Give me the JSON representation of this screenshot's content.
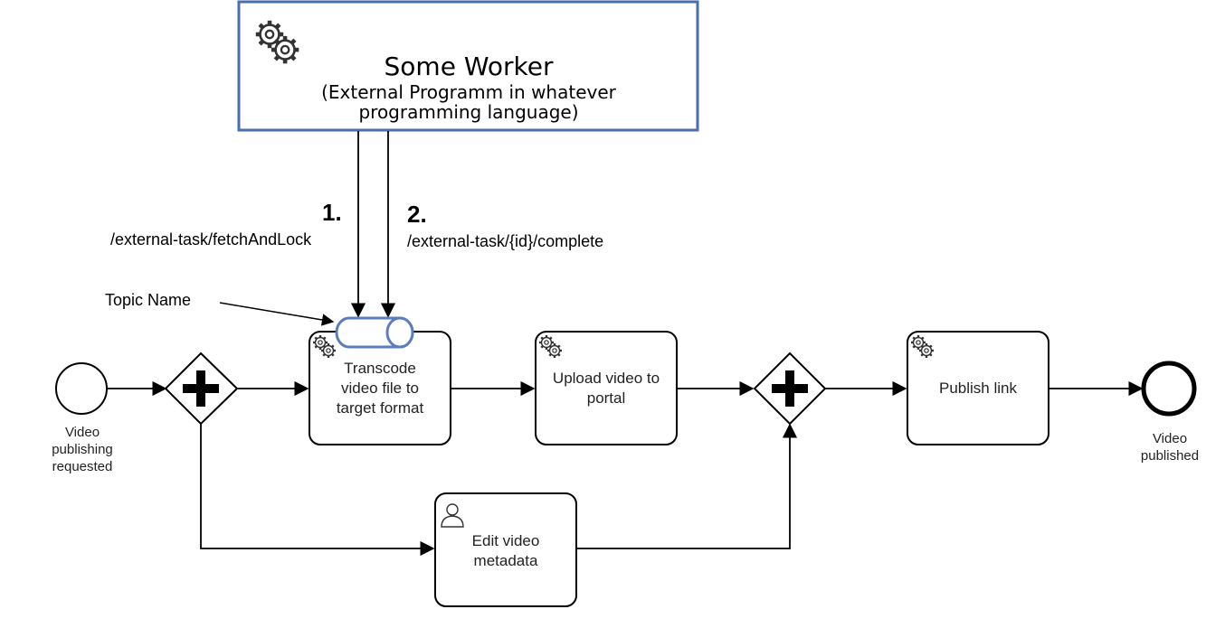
{
  "worker": {
    "title": "Some Worker",
    "subtitle_line1": "(External Programm in whatever",
    "subtitle_line2": "programming language)",
    "icon": "gears-icon",
    "border_color": "#4a6eb0"
  },
  "api_calls": [
    {
      "step": "1.",
      "endpoint": "/external-task/fetchAndLock"
    },
    {
      "step": "2.",
      "endpoint": "/external-task/{id}/complete"
    }
  ],
  "topic_annotation": "Topic Name",
  "topic_color": "#5b7dbe",
  "start_event": {
    "line1": "Video",
    "line2": "publishing",
    "line3": "requested"
  },
  "end_event": {
    "line1": "Video",
    "line2": "published"
  },
  "tasks": {
    "transcode": {
      "line1": "Transcode",
      "line2": "video file to",
      "line3": "target format",
      "type": "service-task"
    },
    "upload": {
      "line1": "Upload video to",
      "line2": "portal",
      "type": "service-task"
    },
    "publish": {
      "line1": "Publish link",
      "type": "service-task"
    },
    "edit": {
      "line1": "Edit video",
      "line2": "metadata",
      "type": "user-task"
    }
  },
  "gateways": [
    {
      "type": "parallel-split"
    },
    {
      "type": "parallel-join"
    }
  ]
}
